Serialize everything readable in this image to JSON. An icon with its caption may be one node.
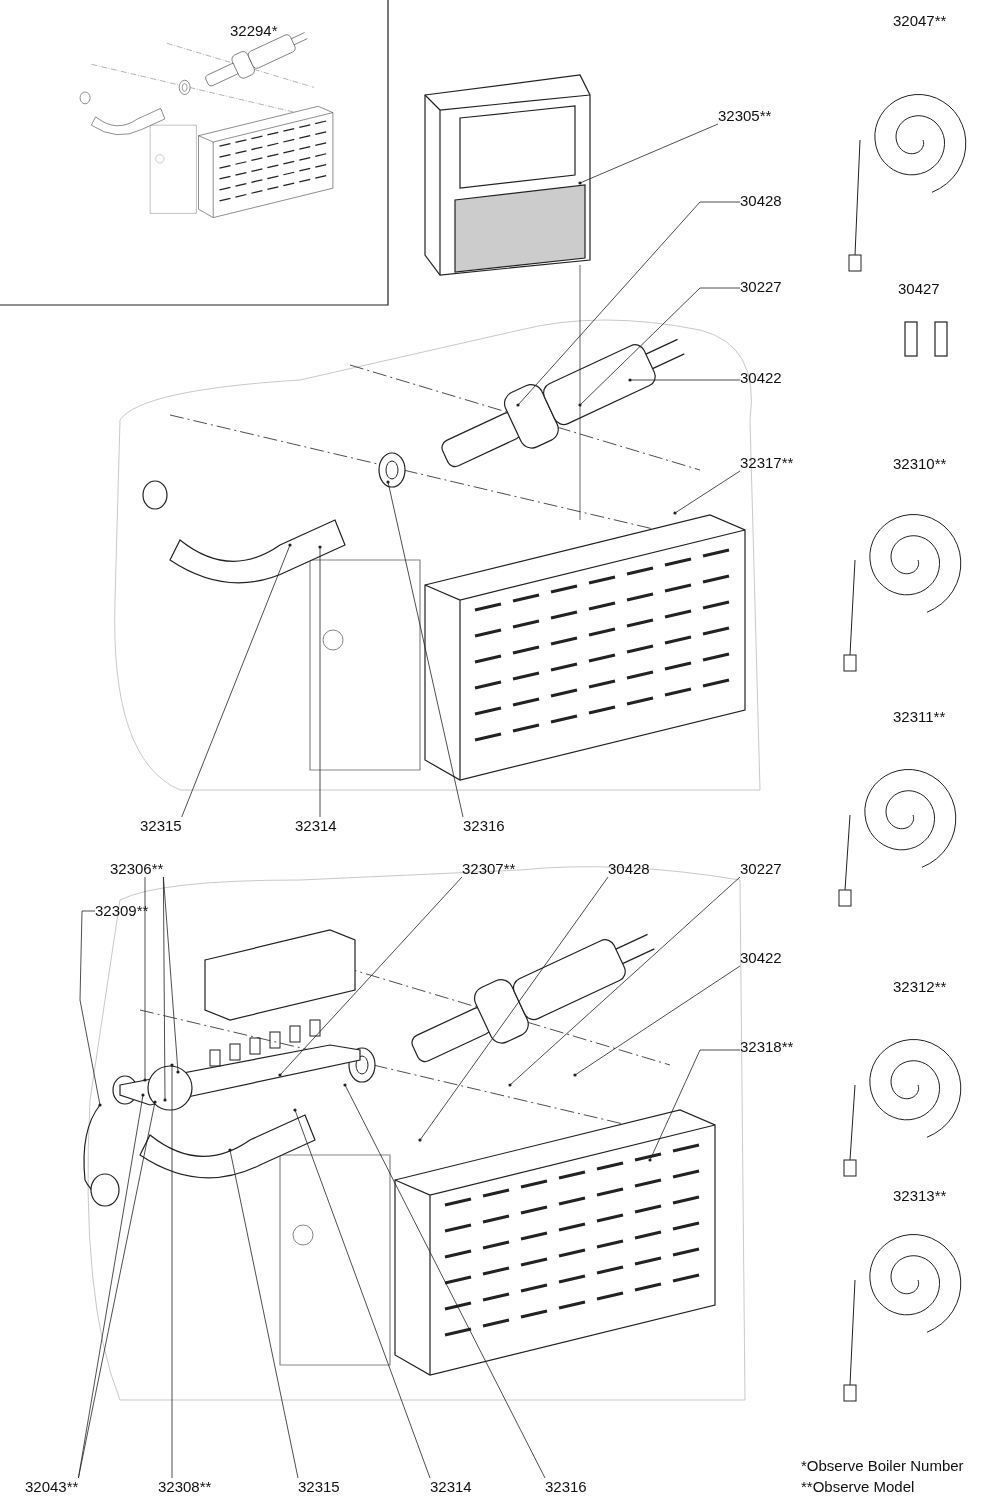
{
  "diagram": {
    "nodes": [
      {
        "text": [
          "32305**"
        ]
      },
      {
        "text": [
          "30428"
        ]
      },
      {
        "text": [
          "30227"
        ]
      },
      {
        "text": [
          "30422"
        ]
      },
      {
        "text": [
          "32317**"
        ]
      },
      {
        "text": [
          "32315"
        ]
      },
      {
        "text": [
          "32314"
        ]
      },
      {
        "text": [
          "32316"
        ]
      },
      {
        "text": [
          "32306**"
        ]
      },
      {
        "text": [
          "32309**"
        ]
      },
      {
        "text": [
          "32307**"
        ]
      },
      {
        "text": [
          "30428"
        ]
      },
      {
        "text": [
          "30227"
        ]
      },
      {
        "text": [
          "30422"
        ]
      },
      {
        "text": [
          "32318**"
        ]
      },
      {
        "text": [
          "32043**"
        ]
      },
      {
        "text": [
          "32308**"
        ]
      },
      {
        "text": [
          "32315"
        ]
      },
      {
        "text": [
          "32314"
        ]
      },
      {
        "text": [
          "32316"
        ]
      }
    ],
    "edges": [
      {
        "from": 0,
        "to": null,
        "arrow": "other"
      },
      {
        "from": 1,
        "to": null,
        "arrow": "other"
      },
      {
        "from": 2,
        "to": null,
        "arrow": "other"
      },
      {
        "from": 3,
        "to": null,
        "arrow": "other"
      },
      {
        "from": 4,
        "to": null,
        "arrow": "other"
      },
      {
        "from": 5,
        "to": null,
        "arrow": "other"
      },
      {
        "from": 6,
        "to": null,
        "arrow": "other"
      },
      {
        "from": 7,
        "to": null,
        "arrow": "other"
      },
      {
        "from": 8,
        "to": null,
        "arrow": "other"
      },
      {
        "from": 8,
        "to": null,
        "arrow": "other"
      },
      {
        "from": 8,
        "to": null,
        "arrow": "other"
      },
      {
        "from": 9,
        "to": null,
        "arrow": "other"
      },
      {
        "from": 10,
        "to": null,
        "arrow": "other"
      },
      {
        "from": 11,
        "to": null,
        "arrow": "other"
      },
      {
        "from": 12,
        "to": null,
        "arrow": "other"
      },
      {
        "from": 13,
        "to": null,
        "arrow": "other"
      },
      {
        "from": 14,
        "to": null,
        "arrow": "other"
      },
      {
        "from": 15,
        "to": null,
        "arrow": "other"
      },
      {
        "from": 15,
        "to": null,
        "arrow": "other"
      },
      {
        "from": 16,
        "to": null,
        "arrow": "other"
      },
      {
        "from": 17,
        "to": null,
        "arrow": "other"
      },
      {
        "from": 18,
        "to": null,
        "arrow": "other"
      },
      {
        "from": 19,
        "to": null,
        "arrow": "other"
      }
    ],
    "labels": [
      "32294*",
      "32047**",
      "30427",
      "32310**",
      "32311**",
      "32312**",
      "32313**",
      "*Observe Boiler Number",
      "**Observe Model"
    ]
  }
}
